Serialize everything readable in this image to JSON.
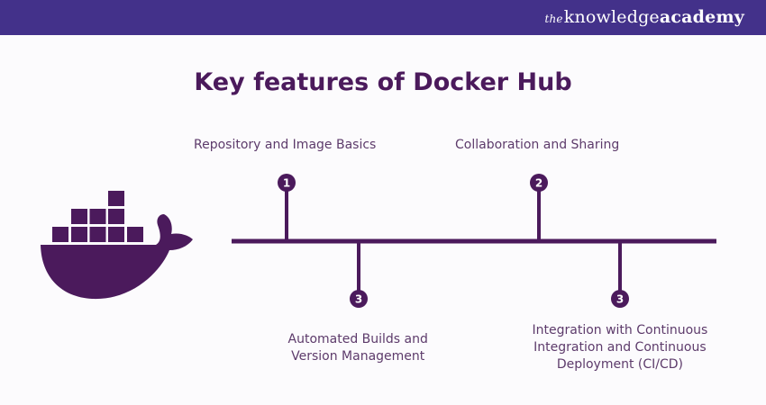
{
  "header": {
    "brand": {
      "prefix": "the",
      "part1": "knowledge",
      "part2": "academy"
    },
    "background_color": "#43318a"
  },
  "title": "Key features of Docker Hub",
  "colors": {
    "primary": "#4b1a5c",
    "label": "#5d3b6b",
    "background": "#fcfbfd"
  },
  "logo": {
    "name": "docker-whale-logo"
  },
  "timeline": {
    "milestones": [
      {
        "number": "1",
        "label": "Repository and Image Basics",
        "side": "top"
      },
      {
        "number": "3",
        "label_lines": [
          "Automated Builds and",
          "Version Management"
        ],
        "side": "bottom"
      },
      {
        "number": "2",
        "label": "Collaboration and Sharing",
        "side": "top"
      },
      {
        "number": "3",
        "label_lines": [
          "Integration with Continuous",
          "Integration and Continuous",
          "Deployment (CI/CD)"
        ],
        "side": "bottom"
      }
    ]
  }
}
